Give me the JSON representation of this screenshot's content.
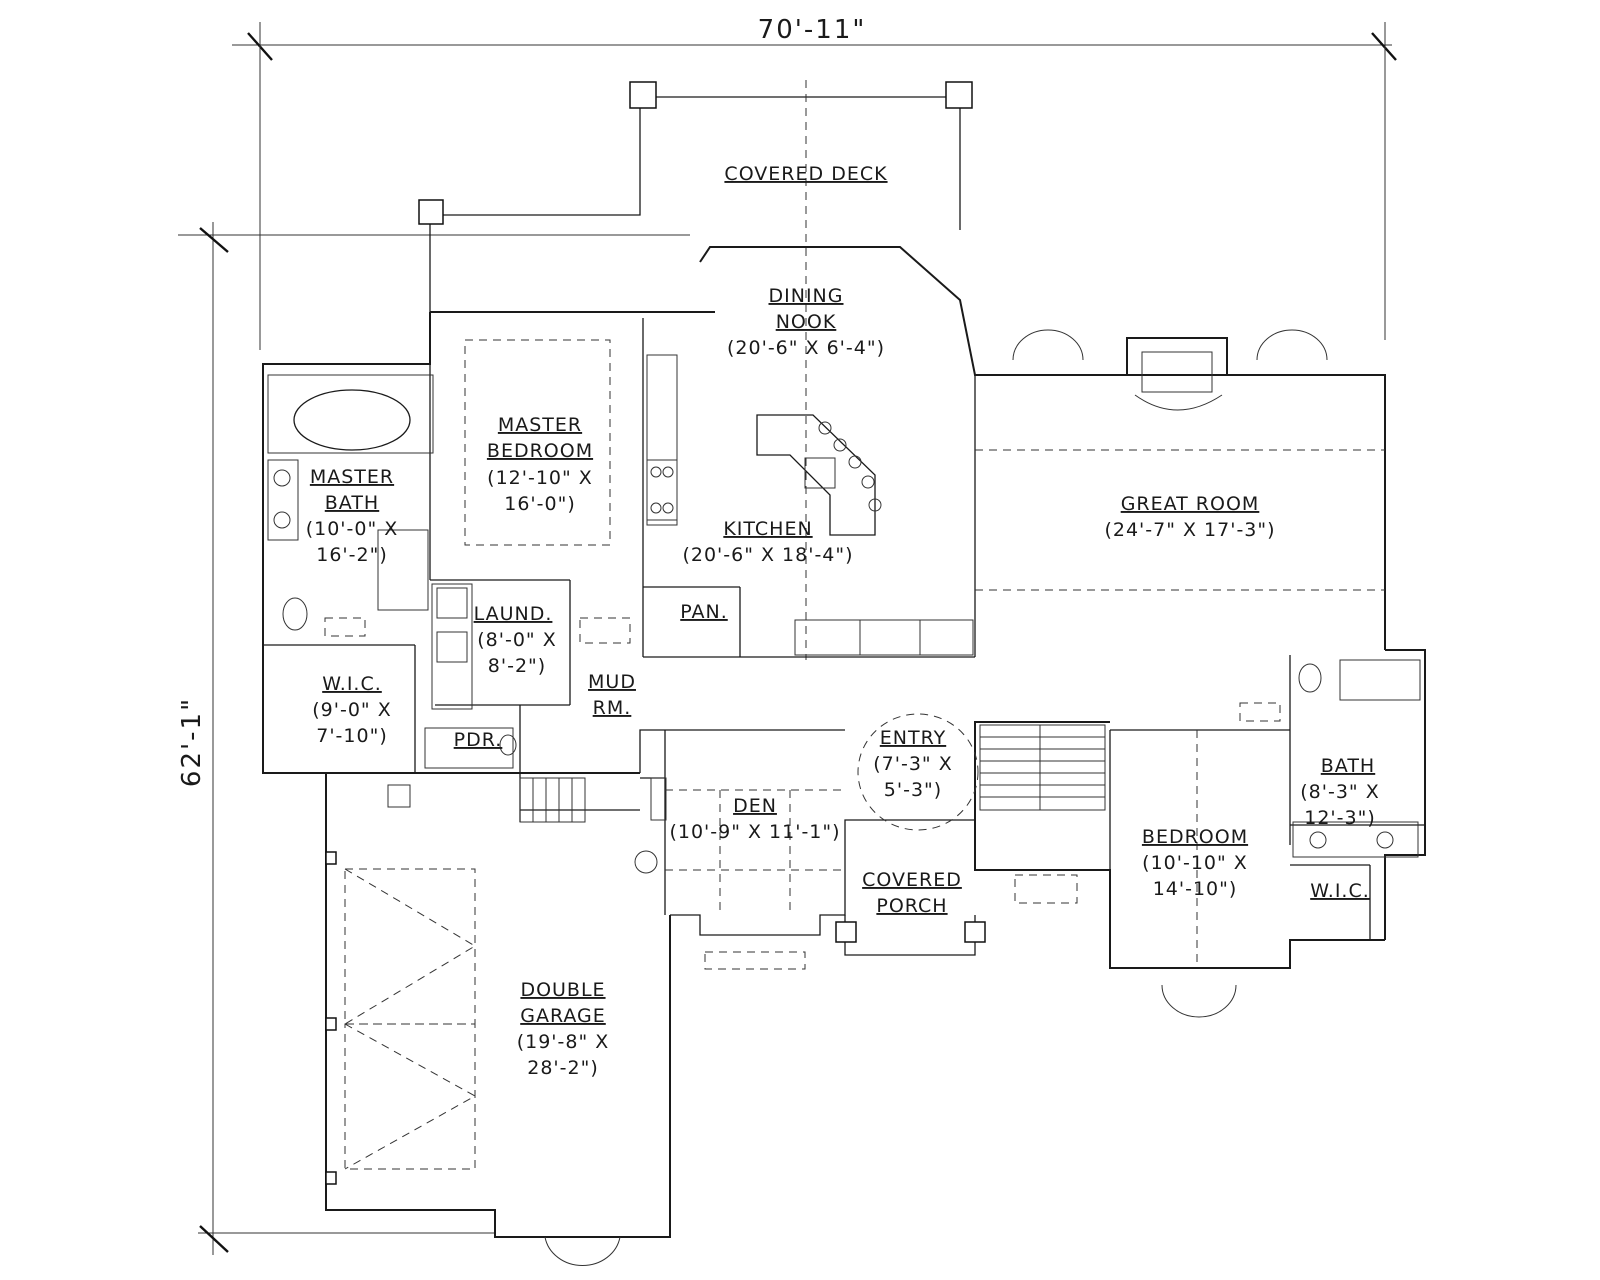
{
  "dimensions": {
    "width": "70'-11\"",
    "depth": "62'-1\""
  },
  "rooms": {
    "covered_deck": {
      "name": "COVERED DECK"
    },
    "dining_nook": {
      "name_line1": "DINING",
      "name_line2": "NOOK",
      "size": "(20'-6\" X 6'-4\")"
    },
    "master_bedroom": {
      "name_line1": "MASTER",
      "name_line2": "BEDROOM",
      "size_line1": "(12'-10\" X",
      "size_line2": "16'-0\")"
    },
    "master_bath": {
      "name_line1": "MASTER",
      "name_line2": "BATH",
      "size_line1": "(10'-0\" X",
      "size_line2": "16'-2\")"
    },
    "kitchen": {
      "name": "KITCHEN",
      "size": "(20'-6\" X 18'-4\")"
    },
    "great_room": {
      "name": "GREAT ROOM",
      "size": "(24'-7\" X 17'-3\")"
    },
    "pantry": {
      "name": "PAN."
    },
    "laundry": {
      "name": "LAUND.",
      "size_line1": "(8'-0\" X",
      "size_line2": "8'-2\")"
    },
    "mud_room": {
      "name_line1": "MUD",
      "name_line2": "RM."
    },
    "master_wic": {
      "name": "W.I.C.",
      "size_line1": "(9'-0\" X",
      "size_line2": "7'-10\")"
    },
    "powder": {
      "name": "PDR."
    },
    "entry": {
      "name": "ENTRY",
      "size_line1": "(7'-3\" X",
      "size_line2": "5'-3\")"
    },
    "den": {
      "name": "DEN",
      "size": "(10'-9\" X 11'-1\")"
    },
    "covered_porch": {
      "name_line1": "COVERED",
      "name_line2": "PORCH"
    },
    "bath": {
      "name": "BATH",
      "size_line1": "(8'-3\" X",
      "size_line2": "12'-3\")"
    },
    "bedroom": {
      "name": "BEDROOM",
      "size_line1": "(10'-10\" X",
      "size_line2": "14'-10\")"
    },
    "bedroom_wic": {
      "name": "W.I.C."
    },
    "double_garage": {
      "name_line1": "DOUBLE",
      "name_line2": "GARAGE",
      "size_line1": "(19'-8\" X",
      "size_line2": "28'-2\")"
    }
  }
}
